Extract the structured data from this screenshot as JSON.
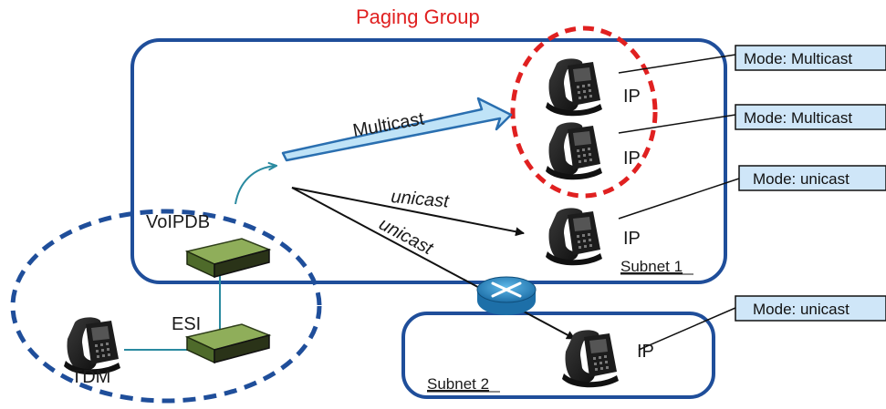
{
  "title": "Paging Group",
  "subnet1_label": "Subnet 1",
  "subnet2_label": "Subnet 2",
  "voipdb_label": "VoIPDB",
  "esi_label": "ESI",
  "tdm_label": "TDM",
  "multicast_label": "Multicast",
  "unicast_label_1": "unicast",
  "unicast_label_2": "unicast",
  "phone_ip_label": "IP",
  "mode_boxes": [
    "Mode: Multicast",
    "Mode: Multicast",
    "Mode: unicast",
    "Mode: unicast"
  ],
  "colors": {
    "title_red": "#e02020",
    "group_blue": "#1f4e9a",
    "mode_box_fill": "#cfe6f8",
    "multicast_arrow_fill": "#bfe3f7",
    "device_green": "#7a9a4a"
  }
}
